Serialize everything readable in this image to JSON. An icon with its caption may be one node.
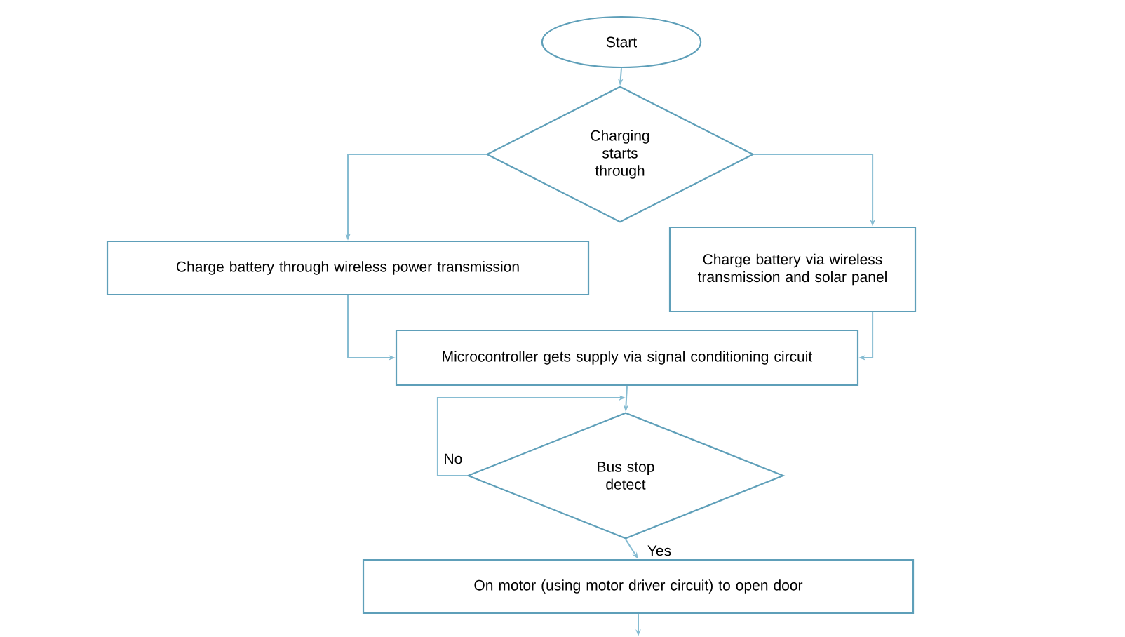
{
  "diagram": {
    "nodes": [
      {
        "text": [
          "Start"
        ]
      },
      {
        "text": [
          "Charging starts through"
        ]
      },
      {
        "text": [
          "Charge battery through wireless power transmission"
        ]
      },
      {
        "text": [
          "Charge battery via wireless transmission and solar panel"
        ]
      },
      {
        "text": [
          "Microcontroller gets supply via signal conditioning circuit"
        ]
      },
      {
        "text": [
          "Bus stop detect"
        ]
      },
      {
        "text": [
          "On motor (using motor driver circuit) to open door"
        ]
      }
    ],
    "edges": [
      {
        "from": 0,
        "to": 1,
        "arrow": "to"
      },
      {
        "from": 1,
        "to": 2,
        "arrow": "to"
      },
      {
        "from": 1,
        "to": 3,
        "arrow": "to"
      },
      {
        "from": 2,
        "to": 4,
        "arrow": "to"
      },
      {
        "from": 3,
        "to": 4,
        "arrow": "to"
      },
      {
        "from": 4,
        "to": 5,
        "arrow": "to"
      },
      {
        "from": 5,
        "to": 5,
        "arrow": "to",
        "label": "No"
      },
      {
        "from": 5,
        "to": 6,
        "arrow": "to",
        "label": "Yes"
      },
      {
        "from": 6,
        "to": null,
        "arrow": "to"
      }
    ]
  }
}
